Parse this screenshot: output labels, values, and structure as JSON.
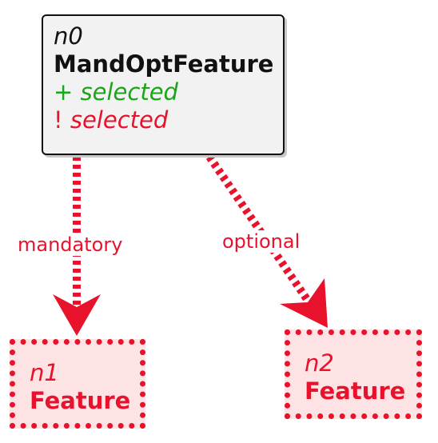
{
  "colors": {
    "edge": "#e8122c",
    "abstract_fill": "#f2f2f2",
    "abstract_border": "#111111",
    "feature_fill": "#fde3e3",
    "selected_plus": "#1aa51a",
    "selected_bang": "#e8122c"
  },
  "nodes": {
    "n0": {
      "id": "n0",
      "type": "MandOptFeature",
      "attrs": [
        {
          "prefix": "+",
          "label": "selected"
        },
        {
          "prefix": "!",
          "label": "selected"
        }
      ]
    },
    "n1": {
      "id": "n1",
      "type": "Feature"
    },
    "n2": {
      "id": "n2",
      "type": "Feature"
    }
  },
  "edges": [
    {
      "from": "n0",
      "to": "n1",
      "label": "mandatory"
    },
    {
      "from": "n0",
      "to": "n2",
      "label": "optional"
    }
  ]
}
